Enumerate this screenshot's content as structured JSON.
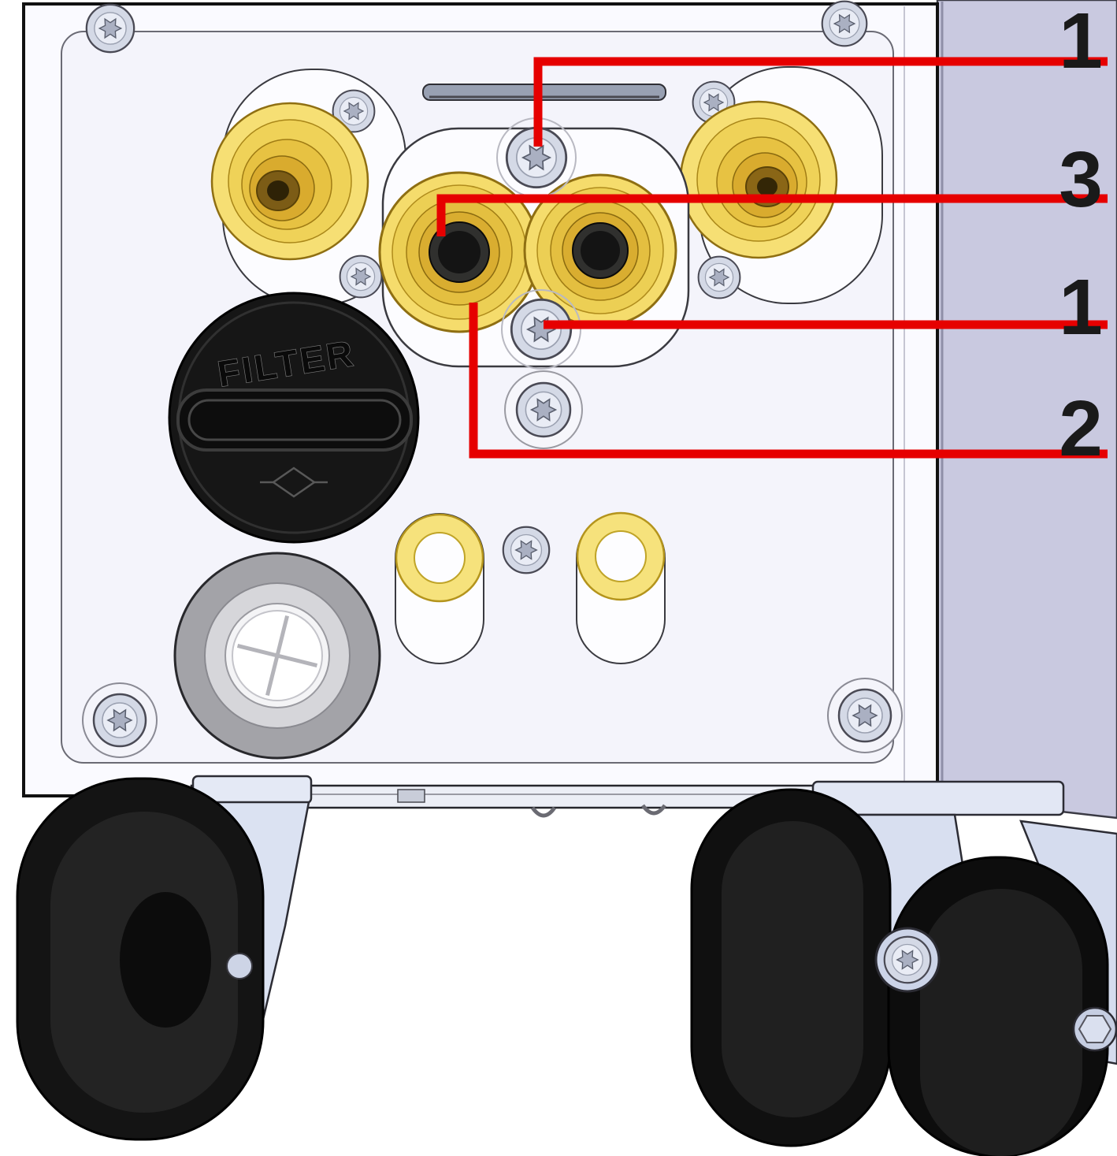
{
  "figure": {
    "filter_cap_label": "FILTER",
    "callouts": [
      {
        "label": "1"
      },
      {
        "label": "3"
      },
      {
        "label": "1"
      },
      {
        "label": "2"
      }
    ],
    "colors": {
      "callout_red": "#e60000",
      "label_black": "#1a1a1a",
      "brass": "#f4da68",
      "side_panel": "#c9c9e0",
      "front_panel": "#fafaff",
      "steel_fork": "#dbe2f2",
      "wheel_black": "#141414"
    }
  }
}
